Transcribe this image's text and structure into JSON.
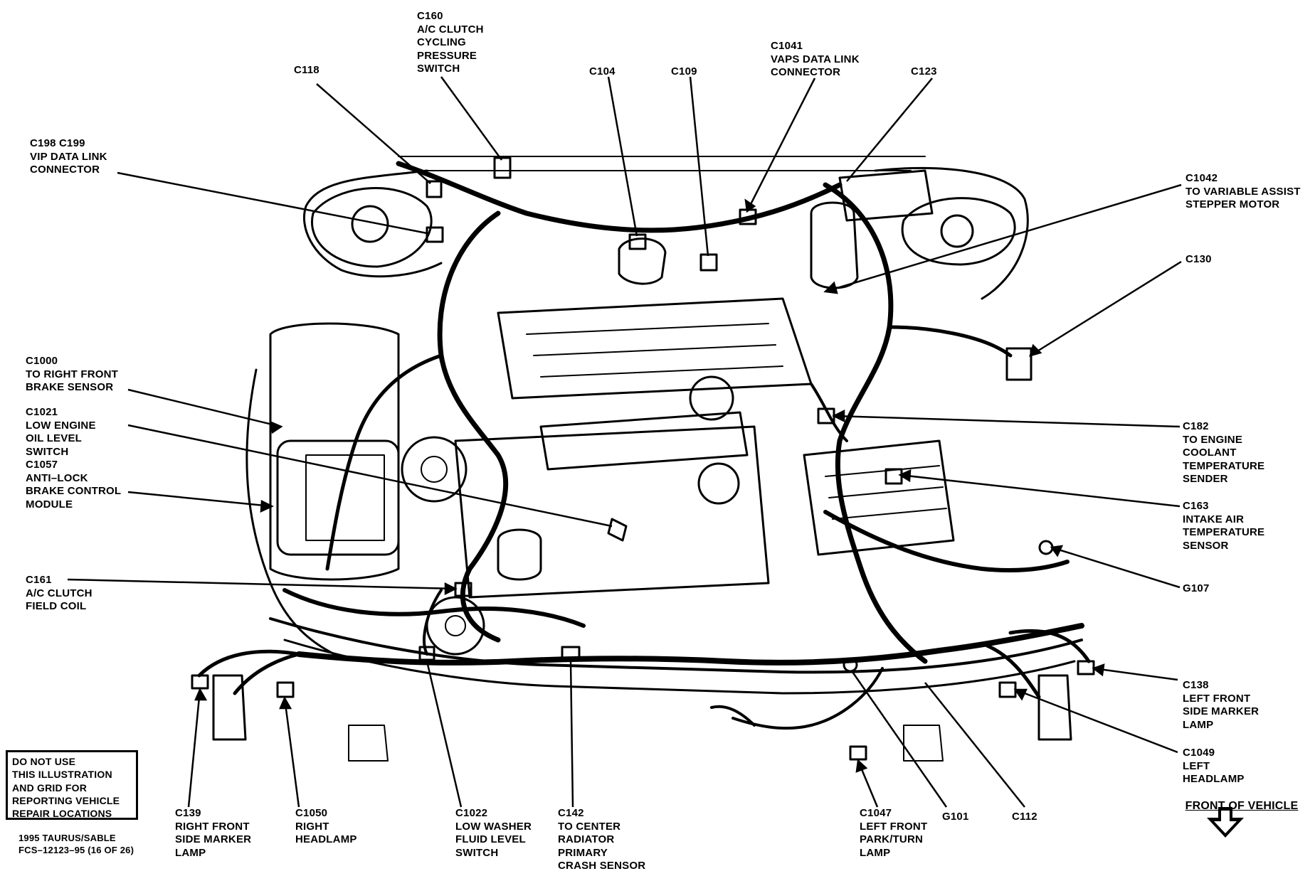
{
  "labels": {
    "c160": [
      "C160",
      "A/C CLUTCH",
      "CYCLING",
      "PRESSURE",
      "SWITCH"
    ],
    "c118": [
      "C118"
    ],
    "c104": [
      "C104"
    ],
    "c109": [
      "C109"
    ],
    "c1041": [
      "C1041",
      "VAPS DATA LINK",
      "CONNECTOR"
    ],
    "c123": [
      "C123"
    ],
    "c198": [
      "C198 C199",
      "VIP DATA LINK",
      "CONNECTOR"
    ],
    "c1042": [
      "C1042",
      "TO VARIABLE ASSIST",
      "STEPPER MOTOR"
    ],
    "c130": [
      "C130"
    ],
    "c1000": [
      "C1000",
      "TO RIGHT FRONT",
      "BRAKE SENSOR"
    ],
    "c1021": [
      "C1021",
      "LOW ENGINE",
      "OIL LEVEL",
      "SWITCH",
      "C1057",
      "ANTI–LOCK",
      "BRAKE CONTROL",
      "MODULE"
    ],
    "c182": [
      "C182",
      "TO ENGINE",
      "COOLANT",
      "TEMPERATURE",
      "SENDER"
    ],
    "c163": [
      "C163",
      "INTAKE AIR",
      "TEMPERATURE",
      "SENSOR"
    ],
    "g107": [
      "G107"
    ],
    "c161": [
      "C161",
      "A/C CLUTCH",
      "FIELD COIL"
    ],
    "c138": [
      "C138",
      "LEFT FRONT",
      "SIDE MARKER",
      "LAMP"
    ],
    "c1049": [
      "C1049",
      "LEFT",
      "HEADLAMP"
    ],
    "c139": [
      "C139",
      "RIGHT FRONT",
      "SIDE MARKER",
      "LAMP"
    ],
    "c1050": [
      "C1050",
      "RIGHT",
      "HEADLAMP"
    ],
    "c1022": [
      "C1022",
      "LOW WASHER",
      "FLUID LEVEL",
      "SWITCH"
    ],
    "c142": [
      "C142",
      "TO CENTER",
      "RADIATOR",
      "PRIMARY",
      "CRASH SENSOR"
    ],
    "c1047": [
      "C1047",
      "LEFT FRONT",
      "PARK/TURN",
      "LAMP"
    ],
    "g101": [
      "G101"
    ],
    "c112": [
      "C112"
    ]
  },
  "notice": [
    "DO NOT USE",
    "THIS ILLUSTRATION",
    "AND GRID FOR",
    "REPORTING VEHICLE",
    "REPAIR LOCATIONS"
  ],
  "document_id": [
    "1995 TAURUS/SABLE",
    "FCS–12123–95  (16 OF 26)"
  ],
  "front_of_vehicle": "FRONT OF VEHICLE",
  "colors": {
    "ink": "#000000",
    "paper": "#ffffff"
  }
}
